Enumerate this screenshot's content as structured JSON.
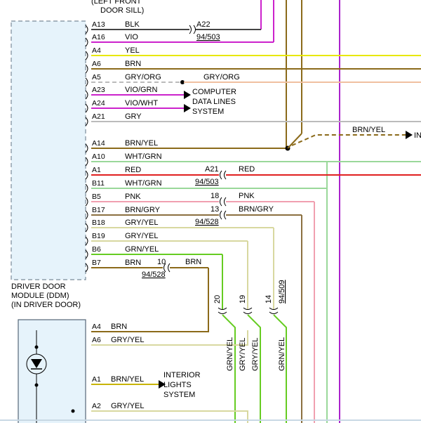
{
  "top_label": "(LEFT FRONT",
  "top_label2": "DOOR SILL)",
  "ddm": {
    "line1": "DRIVER DOOR",
    "line2": "MODULE (DDM)",
    "line3": "(IN DRIVER DOOR)"
  },
  "pins": [
    {
      "pin": "A13",
      "wire": "BLK",
      "color": "#444444"
    },
    {
      "pin": "A16",
      "wire": "VIO",
      "color": "#cc22cc"
    },
    {
      "pin": "A4",
      "wire": "YEL",
      "color": "#e8e800"
    },
    {
      "pin": "A6",
      "wire": "BRN",
      "color": "#8b6a1a"
    },
    {
      "pin": "A5",
      "wire": "GRY/ORG",
      "color": "#bbbbbb"
    },
    {
      "pin": "A23",
      "wire": "VIO/GRN",
      "color": "#cc22cc"
    },
    {
      "pin": "A24",
      "wire": "VIO/WHT",
      "color": "#cc22cc"
    },
    {
      "pin": "A21",
      "wire": "GRY",
      "color": "#bbbbbb"
    },
    {
      "pin": "A14",
      "wire": "BRN/YEL",
      "color": "#8b6a1a"
    },
    {
      "pin": "A10",
      "wire": "WHT/GRN",
      "color": "#9ad89a"
    },
    {
      "pin": "A1",
      "wire": "RED",
      "color": "#e02020"
    },
    {
      "pin": "B11",
      "wire": "WHT/GRN",
      "color": "#9ad89a"
    },
    {
      "pin": "B5",
      "wire": "PNK",
      "color": "#f0a0b0"
    },
    {
      "pin": "B17",
      "wire": "BRN/GRY",
      "color": "#8b7040"
    },
    {
      "pin": "B18",
      "wire": "GRY/YEL",
      "color": "#d8d8a0"
    },
    {
      "pin": "B19",
      "wire": "GRY/YEL",
      "color": "#d8d8a0"
    },
    {
      "pin": "B6",
      "wire": "GRN/YEL",
      "color": "#66cc22"
    },
    {
      "pin": "B7",
      "wire": "BRN",
      "color": "#8b6a1a"
    }
  ],
  "splice_labels": {
    "a22": "A22",
    "ref_94_503": "94/503",
    "gry_org": "GRY/ORG",
    "computer1": "COMPUTER",
    "computer2": "DATA LINES",
    "computer3": "SYSTEM",
    "brn_yel_right": "BRN/YEL",
    "brn_yel_in": "IN",
    "a21": "A21",
    "red": "RED",
    "ref2": "94/503",
    "c18": "18",
    "pnk": "PNK",
    "c13": "13",
    "brn_gry": "BRN/GRY",
    "ref_94_528": "94/528",
    "c10": "10",
    "brn": "BRN",
    "ref_94_528b": "94/528",
    "c20": "20",
    "c19": "19",
    "c14": "14",
    "ref_94_509": "94/509"
  },
  "vertical_labels": [
    "GRN/YEL",
    "GRY/YEL",
    "GRY/YEL",
    "GRN/YEL"
  ],
  "lower_module": {
    "pins": [
      {
        "pin": "A4",
        "wire": "BRN"
      },
      {
        "pin": "A6",
        "wire": "GRY/YEL"
      },
      {
        "pin": "A1",
        "wire": "BRN/YEL"
      },
      {
        "pin": "A2",
        "wire": "GRY/YEL"
      }
    ],
    "interior1": "INTERIOR",
    "interior2": "LIGHTS",
    "interior3": "SYSTEM"
  }
}
